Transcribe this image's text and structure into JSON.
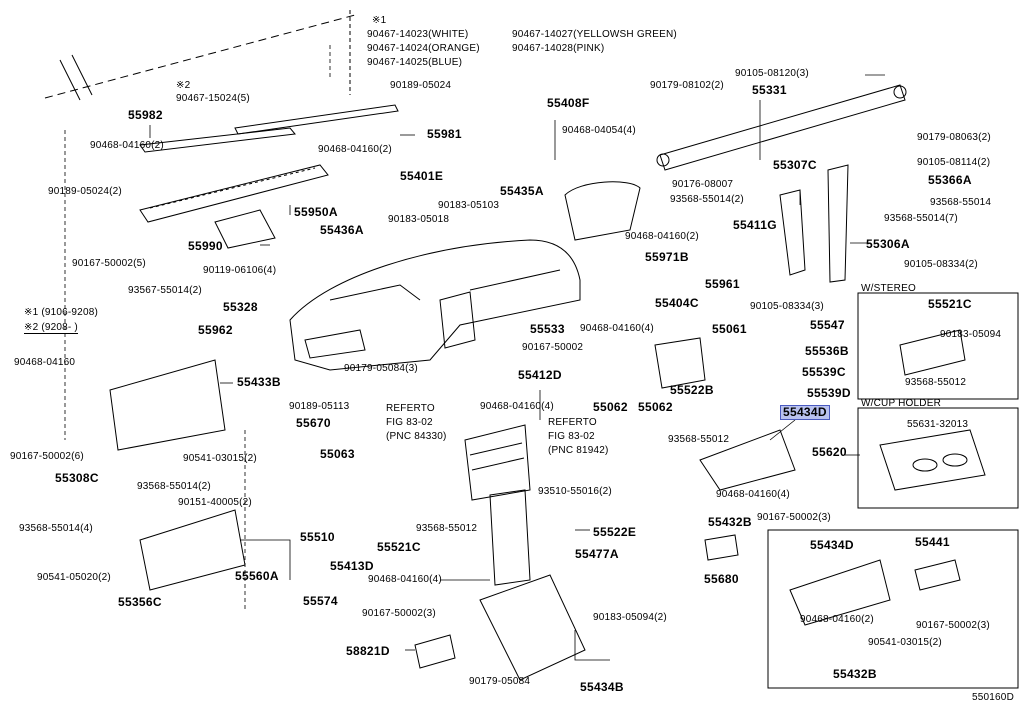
{
  "diagram_id": "550160D",
  "notes": {
    "n1_mark": "※1",
    "n2_mark": "※2",
    "legend1": "※1 (9106-9208)",
    "legend2": "※2 (9208-     )",
    "refer1_l1": "REFERTO",
    "refer1_l2": "FIG 83-02",
    "refer1_l3": "(PNC 84330)",
    "refer2_l1": "REFERTO",
    "refer2_l2": "FIG 83-02",
    "refer2_l3": "(PNC 81942)"
  },
  "boxes": {
    "stereo_title": "W/STEREO",
    "cupholder_title": "W/CUP HOLDER"
  },
  "parts": {
    "p90467_14023": "90467-14023(WHITE)",
    "p90467_14024": "90467-14024(ORANGE)",
    "p90467_14025": "90467-14025(BLUE)",
    "p90467_14027": "90467-14027(YELLOWSH GREEN)",
    "p90467_14028": "90467-14028(PINK)",
    "p90189_05024a": "90189-05024",
    "p90467_15024": "90467-15024(5)",
    "p55982": "55982",
    "p55981": "55981",
    "p90468_04160_2a": "90468-04160(2)",
    "p90468_04160_2b": "90468-04160(2)",
    "p90189_05024b": "90189-05024(2)",
    "p55950A": "55950A",
    "p55990": "55990",
    "p90167_50002_5": "90167-50002(5)",
    "p55401E": "55401E",
    "p90183_05018": "90183-05018",
    "p90183_05103": "90183-05103",
    "p55435A": "55435A",
    "p55436A": "55436A",
    "p90119_06106": "90119-06106(4)",
    "p93567_55014": "93567-55014(2)",
    "p55328": "55328",
    "p55962": "55962",
    "p55408F": "55408F",
    "p90468_04054": "90468-04054(4)",
    "p90179_08102": "90179-08102(2)",
    "p90105_08120": "90105-08120(3)",
    "p55331": "55331",
    "p90179_08063": "90179-08063(2)",
    "p90105_08114": "90105-08114(2)",
    "p55307C": "55307C",
    "p55366A": "55366A",
    "p90176_08007": "90176-08007",
    "p93568_55014_r": "93568-55014",
    "p93568_55014_2r": "93568-55014(2)",
    "p93568_55014_7": "93568-55014(7)",
    "p55411G": "55411G",
    "p90468_04160_2c": "90468-04160(2)",
    "p55306A": "55306A",
    "p55971B": "55971B",
    "p90105_08334_2": "90105-08334(2)",
    "p55961": "55961",
    "p90105_08334_3": "90105-08334(3)",
    "p55404C": "55404C",
    "p90468_04160_4a": "90468-04160(4)",
    "p55061": "55061",
    "p55547": "55547",
    "p55533": "55533",
    "p90167_50002": "90167-50002",
    "p55536B": "55536B",
    "p90179_05084_3": "90179-05084(3)",
    "p55539C": "55539C",
    "p55539D": "55539D",
    "p55412D": "55412D",
    "p55522B": "55522B",
    "p90468_04160_4b": "90468-04160(4)",
    "p55062a": "55062",
    "p55062b": "55062",
    "p55434D": "55434D",
    "p93568_55012a": "93568-55012",
    "p55620": "55620",
    "p90468_04160_side": "90468-04160",
    "p55433B": "55433B",
    "p90189_05113": "90189-05113",
    "p55670": "55670",
    "p90167_50002_6": "90167-50002(6)",
    "p90541_03015_2a": "90541-03015(2)",
    "p55063": "55063",
    "p55308C": "55308C",
    "p93568_55014_2l": "93568-55014(2)",
    "p90151_40005": "90151-40005(2)",
    "p93568_55014_4": "93568-55014(4)",
    "p55510": "55510",
    "p90541_05020": "90541-05020(2)",
    "p55560A": "55560A",
    "p55356C": "55356C",
    "p55574": "55574",
    "p93510_55016": "93510-55016(2)",
    "p93568_55012b": "93568-55012",
    "p55521Ca": "55521C",
    "p55522E": "55522E",
    "p55477A": "55477A",
    "p55413D": "55413D",
    "p90468_04160_4c": "90468-04160(4)",
    "p90468_04160_4d": "90468-04160(4)",
    "p55432Ba": "55432B",
    "p90167_50002_3a": "90167-50002(3)",
    "p55680": "55680",
    "p90167_50002_3b": "90167-50002(3)",
    "p90183_05094_2": "90183-05094(2)",
    "p58821D": "58821D",
    "p90179_05084": "90179-05084",
    "p55434B": "55434B",
    "s55521C": "55521C",
    "s90183_05094": "90183-05094",
    "s93568_55012": "93568-55012",
    "c55631_32013": "55631-32013",
    "b55434D": "55434D",
    "b55441": "55441",
    "b90468_04160_2": "90468-04160(2)",
    "b90167_50002_3": "90167-50002(3)",
    "b90541_03015_2": "90541-03015(2)",
    "b55432B": "55432B"
  }
}
